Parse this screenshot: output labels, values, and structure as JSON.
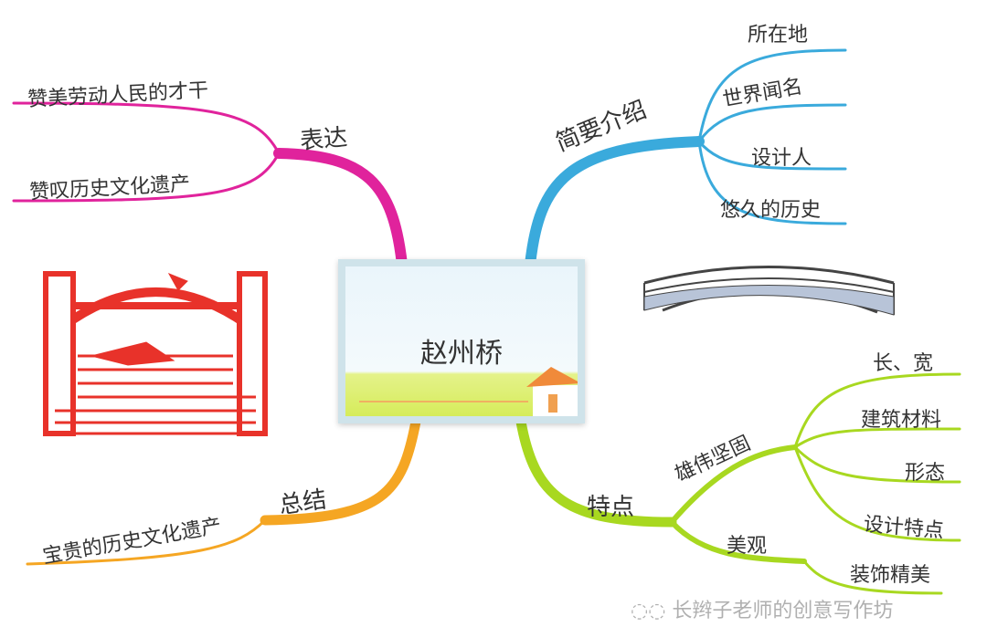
{
  "center": {
    "title": "赵州桥"
  },
  "branches": {
    "expression": {
      "label": "表达",
      "color": "#e0239c",
      "leaves": [
        "赞美劳动人民的才干",
        "赞叹历史文化遗产"
      ]
    },
    "intro": {
      "label": "简要介绍",
      "color": "#3aaadc",
      "leaves": [
        "所在地",
        "世界闻名",
        "设计人",
        "悠久的历史"
      ]
    },
    "summary": {
      "label": "总结",
      "color": "#f5a623",
      "leaves": [
        "宝贵的历史文化遗产"
      ]
    },
    "features": {
      "label": "特点",
      "color": "#a8d820",
      "sub": [
        {
          "label": "雄伟坚固",
          "leaves": [
            "长、宽",
            "建筑材料",
            "形态",
            "设计特点"
          ]
        },
        {
          "label": "美观",
          "leaves": [
            "装饰精美"
          ]
        }
      ]
    }
  },
  "watermark": "长辫子老师的创意写作坊"
}
